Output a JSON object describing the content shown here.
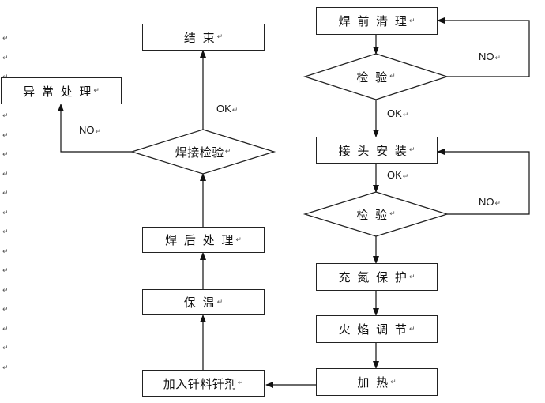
{
  "nodes": {
    "pre_weld_clean": "焊 前 清 理",
    "inspect_1": "检  验",
    "joint_install": "接 头 安 装",
    "inspect_2": "检  验",
    "nitrogen": "充 氮 保 护",
    "flame_adjust": "火 焰 调 节",
    "heating": "加     热",
    "add_flux": "加入钎料钎剂",
    "insulation": "保     温",
    "post_weld": "焊 后 处 理",
    "weld_inspection": "焊接检验",
    "end": "结     束",
    "exception": "异 常 处 理"
  },
  "edges": {
    "no_1": "NO",
    "ok_1": "OK",
    "ok_2": "OK",
    "no_2": "NO",
    "ok_3": "OK",
    "no_3": "NO"
  },
  "paragraph_mark": "↵"
}
